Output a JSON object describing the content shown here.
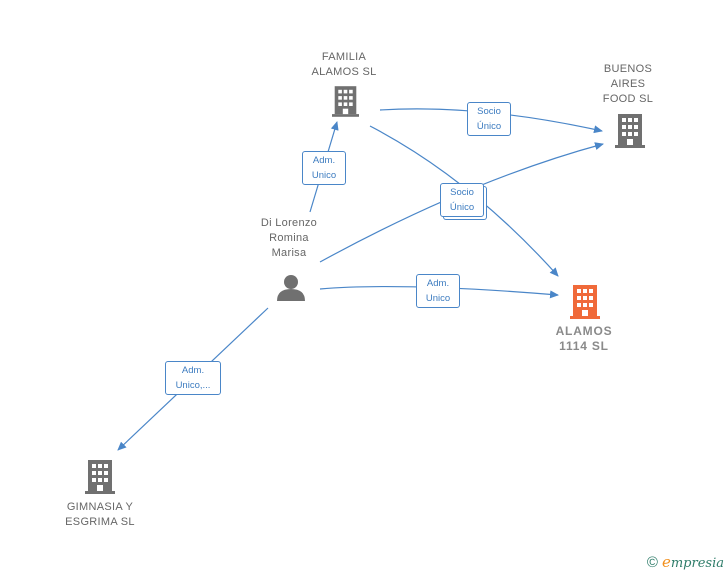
{
  "nodes": {
    "familia_alamos": {
      "label": "FAMILIA\nALAMOS  SL",
      "icon": "building-icon",
      "color": "#707070"
    },
    "buenos_aires": {
      "label": "BUENOS\nAIRES\nFOOD  SL",
      "icon": "building-icon",
      "color": "#707070"
    },
    "person": {
      "label": "Di Lorenzo\nRomina\nMarisa",
      "icon": "person-icon",
      "color": "#707070"
    },
    "alamos_1114": {
      "label": "ALAMOS\n1114  SL",
      "icon": "building-icon",
      "color": "#f06a3a"
    },
    "gimnasia": {
      "label": "GIMNASIA Y\nESGRIMA  SL",
      "icon": "building-icon",
      "color": "#707070"
    }
  },
  "edges": {
    "adm_familia": "Adm.\nUnico",
    "socio_buenos": "Socio\nÚnico",
    "socio_stack": "Socio\nÚnico",
    "adm_alamos": "Adm.\nUnico",
    "adm_gimnasia": "Adm.\nUnico,..."
  },
  "colors": {
    "edge": "#4a86c8",
    "building": "#707070",
    "highlight": "#f06a3a"
  },
  "brand": {
    "copyright": "©",
    "e": "e",
    "rest": "mpresia"
  }
}
